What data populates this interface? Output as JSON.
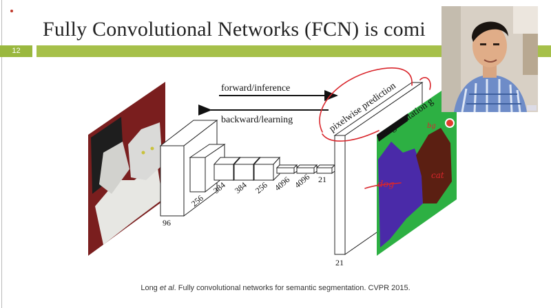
{
  "slide": {
    "title": "Fully Convolutional Networks (FCN) is comi",
    "number": "12",
    "citation_author": "Long",
    "citation_etal": "et al",
    "citation_rest": ". Fully convolutional networks for semantic segmentation. CVPR 2015."
  },
  "diagram": {
    "forward_label": "forward/inference",
    "backward_label": "backward/learning",
    "pixelwise_label": "pixelwise prediction",
    "segmentation_label": "segmentation g",
    "layer_labels": [
      "96",
      "256",
      "384",
      "384",
      "256",
      "4096",
      "4096",
      "21"
    ],
    "output_label": "21",
    "annotations": {
      "dog": "dog",
      "cat": "cat",
      "bg": "bg"
    }
  },
  "colors": {
    "accent_bar": "#a6c04a",
    "annotation_ink": "#d9262c",
    "seg_background": "#2db043",
    "seg_dog": "#4a2aa8",
    "seg_cat": "#5b1f12"
  }
}
